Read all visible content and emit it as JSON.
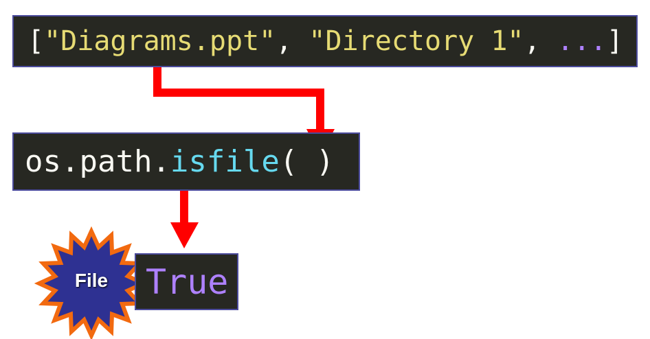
{
  "list_expr": {
    "open_bracket": "[",
    "item1": "\"Diagrams.ppt\"",
    "sep1": ", ",
    "item2": "\"Directory 1\"",
    "sep2": ", ",
    "ellipsis": "...",
    "close_bracket": "]"
  },
  "call_expr": {
    "prefix": "os.path.",
    "func": "isfile",
    "args": "( )"
  },
  "result": {
    "value": "True",
    "badge": "File"
  },
  "colors": {
    "arrow": "#ff0000",
    "burst_fill": "#2e3192",
    "burst_stroke": "#f26a10"
  }
}
